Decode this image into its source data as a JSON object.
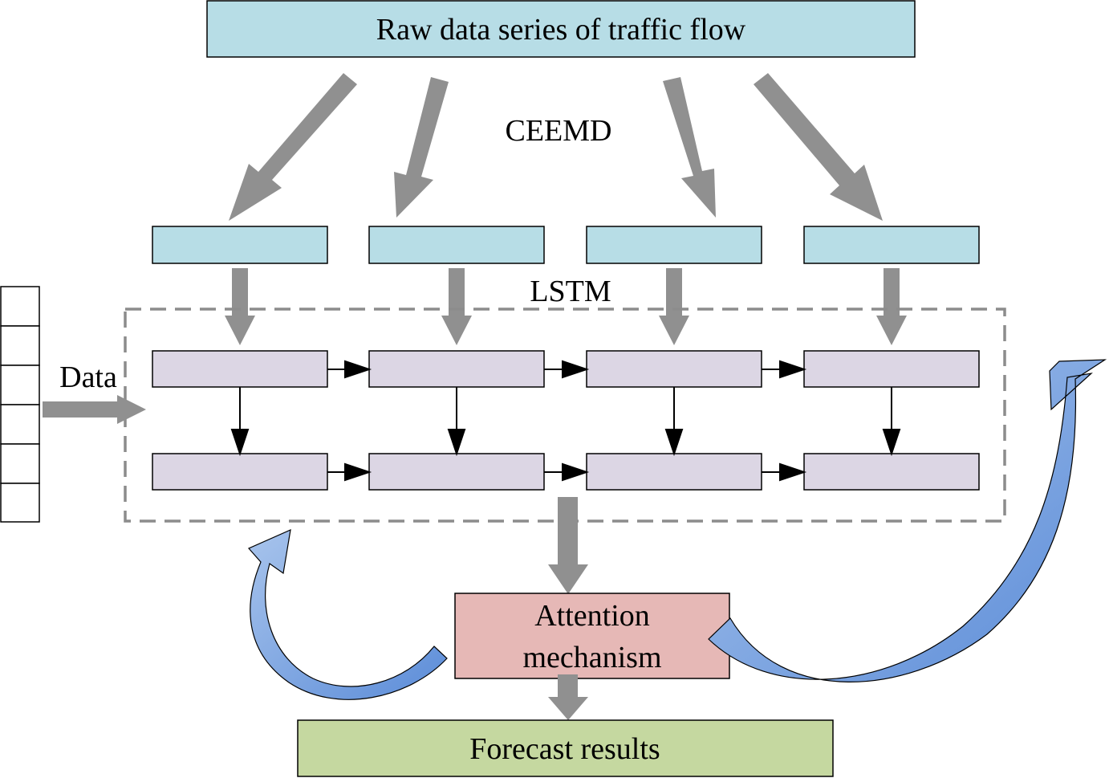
{
  "title_box": {
    "label": "Raw data series of traffic flow"
  },
  "decomposition": {
    "label": "CEEMD"
  },
  "network": {
    "label": "LSTM"
  },
  "input": {
    "label": "Data"
  },
  "attention_box": {
    "line1": "Attention",
    "line2": "mechanism"
  },
  "output_box": {
    "label": "Forecast results"
  },
  "colors": {
    "imf_fill": "#b7dde6",
    "lstm_cell_fill": "#dcd6e4",
    "attention_fill": "#e6b8b6",
    "output_fill": "#c5d8a0",
    "gray_arrow": "#909090",
    "curved_arrow": "#6e9bde",
    "dash_border": "#8c8c8c"
  }
}
